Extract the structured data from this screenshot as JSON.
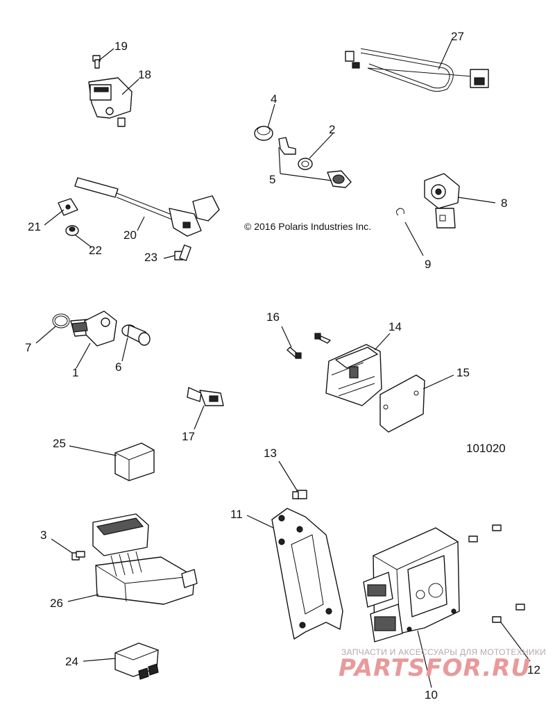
{
  "copyright": "© 2016 Polaris Industries Inc.",
  "drawing_number": "101020",
  "watermark": {
    "tagline": "ЗАПЧАСТИ И АКСЕССУАРЫ ДЛЯ МОТОТЕХНИКИ",
    "logo": "PARTSFOR.RU"
  },
  "callouts": {
    "c1": "1",
    "c2": "2",
    "c3": "3",
    "c4": "4",
    "c5": "5",
    "c6": "6",
    "c7": "7",
    "c8": "8",
    "c9": "9",
    "c10": "10",
    "c11": "11",
    "c12": "12",
    "c13": "13",
    "c14": "14",
    "c15": "15",
    "c16": "16",
    "c17": "17",
    "c18": "18",
    "c19": "19",
    "c20": "20",
    "c21": "21",
    "c22": "22",
    "c23": "23",
    "c24": "24",
    "c25": "25",
    "c26": "26",
    "c27": "27"
  }
}
